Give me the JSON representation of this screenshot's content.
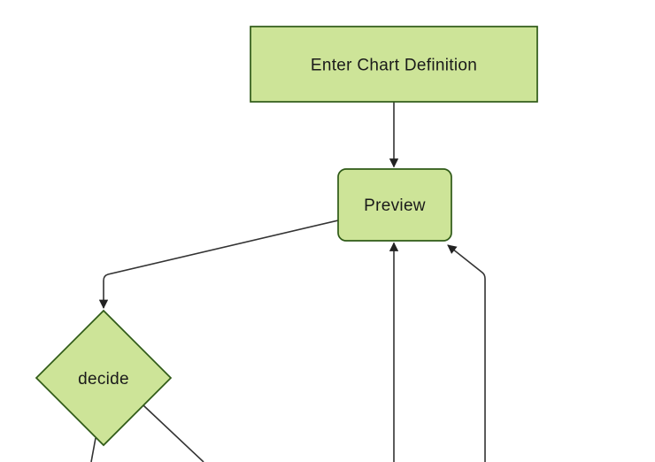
{
  "diagram": {
    "kind": "flowchart-top-down",
    "nodes": [
      {
        "id": "A",
        "label": "Enter Chart Definition",
        "shape": "rectangle"
      },
      {
        "id": "B",
        "label": "Preview",
        "shape": "rounded-rectangle"
      },
      {
        "id": "C",
        "label": "decide",
        "shape": "diamond"
      }
    ],
    "edges": [
      {
        "from": "Enter Chart Definition",
        "to": "Preview",
        "arrowhead": true
      },
      {
        "from": "Preview",
        "to": "decide",
        "arrowhead": true
      },
      {
        "from": "off-screen-bottom",
        "to": "Preview",
        "arrowhead": true
      },
      {
        "from": "off-screen-bottom",
        "to": "Preview",
        "arrowhead": true
      },
      {
        "from": "decide",
        "to": "off-screen-bottom",
        "arrowhead": false
      },
      {
        "from": "decide",
        "to": "off-screen-bottom",
        "arrowhead": false
      }
    ],
    "colors": {
      "background": "#ffffff",
      "node_fill": "#cde498",
      "node_border": "#2f5a17",
      "edge_line": "#333333",
      "arrowhead": "#222222",
      "label_text": "#1a1a1a"
    }
  }
}
